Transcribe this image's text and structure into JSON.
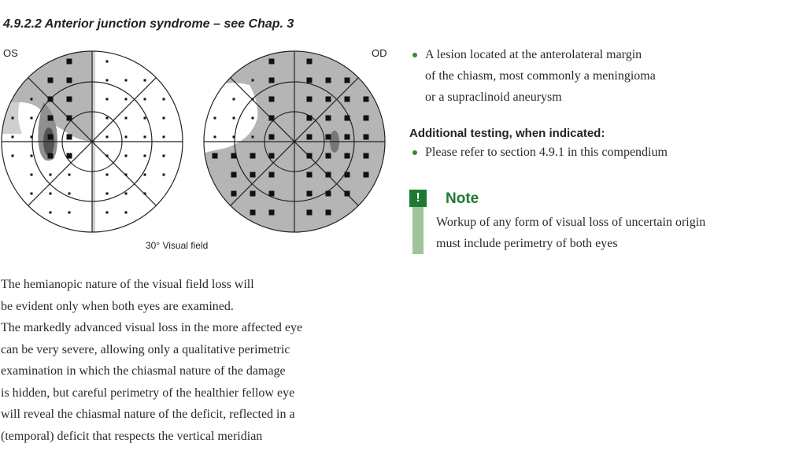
{
  "heading": "4.9.2.2 Anterior junction syndrome – see Chap. 3",
  "figure": {
    "left_eye_label": "OS",
    "right_eye_label": "OD",
    "caption": "30° Visual field",
    "colors": {
      "defect_fill": "#b5b5b5",
      "relative_defect": "#cfcfcf",
      "outline": "#222222",
      "dense_spot": "#555555"
    }
  },
  "body_lines": [
    "The hemianopic nature of the visual field loss will",
    "be evident only when both eyes are examined.",
    "The markedly advanced visual loss in the more affected eye",
    "can be very severe, allowing only a qualitative perimetric",
    "examination in which the chiasmal nature of the damage",
    "is hidden, but careful perimetry of the healthier fellow eye",
    "will reveal the chiasmal nature of the deficit, reflected in a",
    "(temporal) deficit that respects the vertical meridian"
  ],
  "findings": {
    "lines": [
      "A lesion located at the anterolateral margin",
      "of the chiasm, most commonly a meningioma",
      "or a supraclinoid aneurysm"
    ]
  },
  "additional_testing": {
    "title": "Additional testing, when indicated:",
    "item": "Please refer to section 4.9.1 in this compendium"
  },
  "note": {
    "badge": "!",
    "title": "Note",
    "lines": [
      "Workup of any form of visual loss of uncertain origin",
      "must include perimetry of both eyes"
    ],
    "colors": {
      "accent": "#1e7a33",
      "bar": "#9fc49a"
    }
  }
}
